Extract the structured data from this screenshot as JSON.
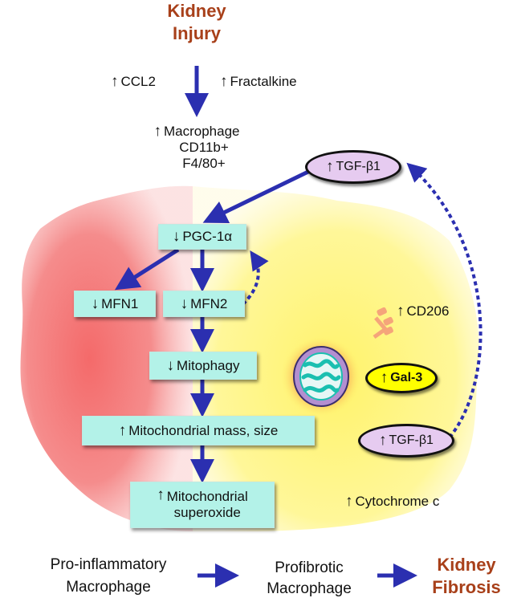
{
  "arrows": {
    "up": "↑",
    "down": "↓"
  },
  "top": {
    "title_line1": "Kidney",
    "title_line2": "Injury",
    "ccl2": "CCL2",
    "fractalkine": "Fractalkine",
    "macrophage_line1": "Macrophage",
    "macrophage_line2": "CD11b+",
    "macrophage_line3": "F4/80+"
  },
  "nodes": {
    "tgf_top": "TGF-β1",
    "pgc": "PGC-1α",
    "mfn1": "MFN1",
    "mfn2": "MFN2",
    "mitophagy": "Mitophagy",
    "mito_mass": "Mitochondrial mass, size",
    "superoxide_line1": "Mitochondrial",
    "superoxide_line2": "superoxide",
    "cd206": "CD206",
    "gal3": "Gal-3",
    "tgf_bottom": "TGF-β1",
    "cytochrome": "Cytochrome c"
  },
  "bottom": {
    "pro_line1": "Pro-inflammatory",
    "pro_line2": "Macrophage",
    "profib_line1": "Profibrotic",
    "profib_line2": "Macrophage",
    "fib_line1": "Kidney",
    "fib_line2": "Fibrosis"
  },
  "colors": {
    "arrow_blue": "#2b2fb0",
    "red_cell": "#f27a7a",
    "yellow_cell": "#fff36a",
    "box_fill": "#b3f2e8",
    "title_red": "#a8401a",
    "tgf_fill": "#e6cbf0",
    "gal_fill": "#ffff00"
  }
}
